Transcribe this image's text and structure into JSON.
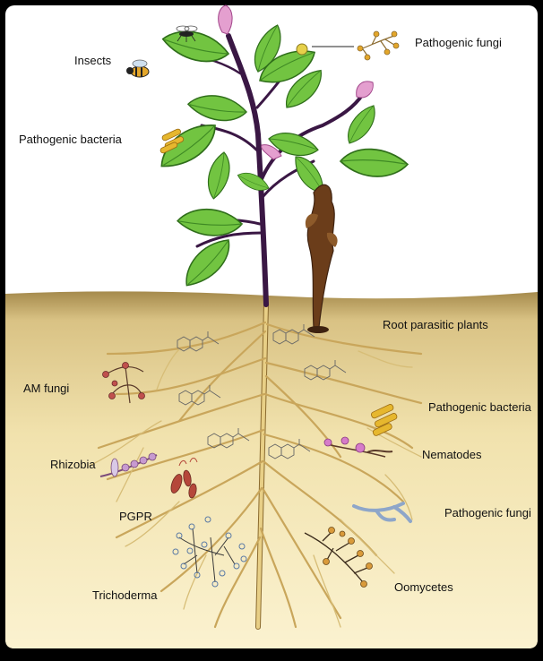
{
  "labels": {
    "insects": "Insects",
    "pathogenic_fungi_top": "Pathogenic fungi",
    "pathogenic_bacteria_top": "Pathogenic bacteria",
    "root_parasitic_plants": "Root parasitic plants",
    "am_fungi": "AM fungi",
    "pathogenic_bacteria_root": "Pathogenic bacteria",
    "rhizobia": "Rhizobia",
    "nematodes": "Nematodes",
    "pgpr": "PGPR",
    "pathogenic_fungi_root": "Pathogenic fungi",
    "trichoderma": "Trichoderma",
    "oomycetes": "Oomycetes"
  },
  "colors": {
    "frame": "#000000",
    "sky": "#ffffff",
    "soil_top": "#a58a4c",
    "soil_bottom": "#fbf2d0",
    "leaf": "#72c441",
    "leaf_edge": "#2f6e1a",
    "stem": "#3a1744",
    "root": "#e8cf86",
    "root_edge": "#8a6a2e",
    "flower": "#e49fcf",
    "bacteria": "#e6b72e",
    "fungi_blue": "#8ea6c9",
    "parasite": "#6b3d1a"
  },
  "icons": [
    "insect-icon",
    "fungal-spore-icon",
    "bacteria-icon",
    "nematode-icon",
    "rhizobia-icon",
    "hyphae-icon",
    "root-exudate-molecule-icon"
  ]
}
